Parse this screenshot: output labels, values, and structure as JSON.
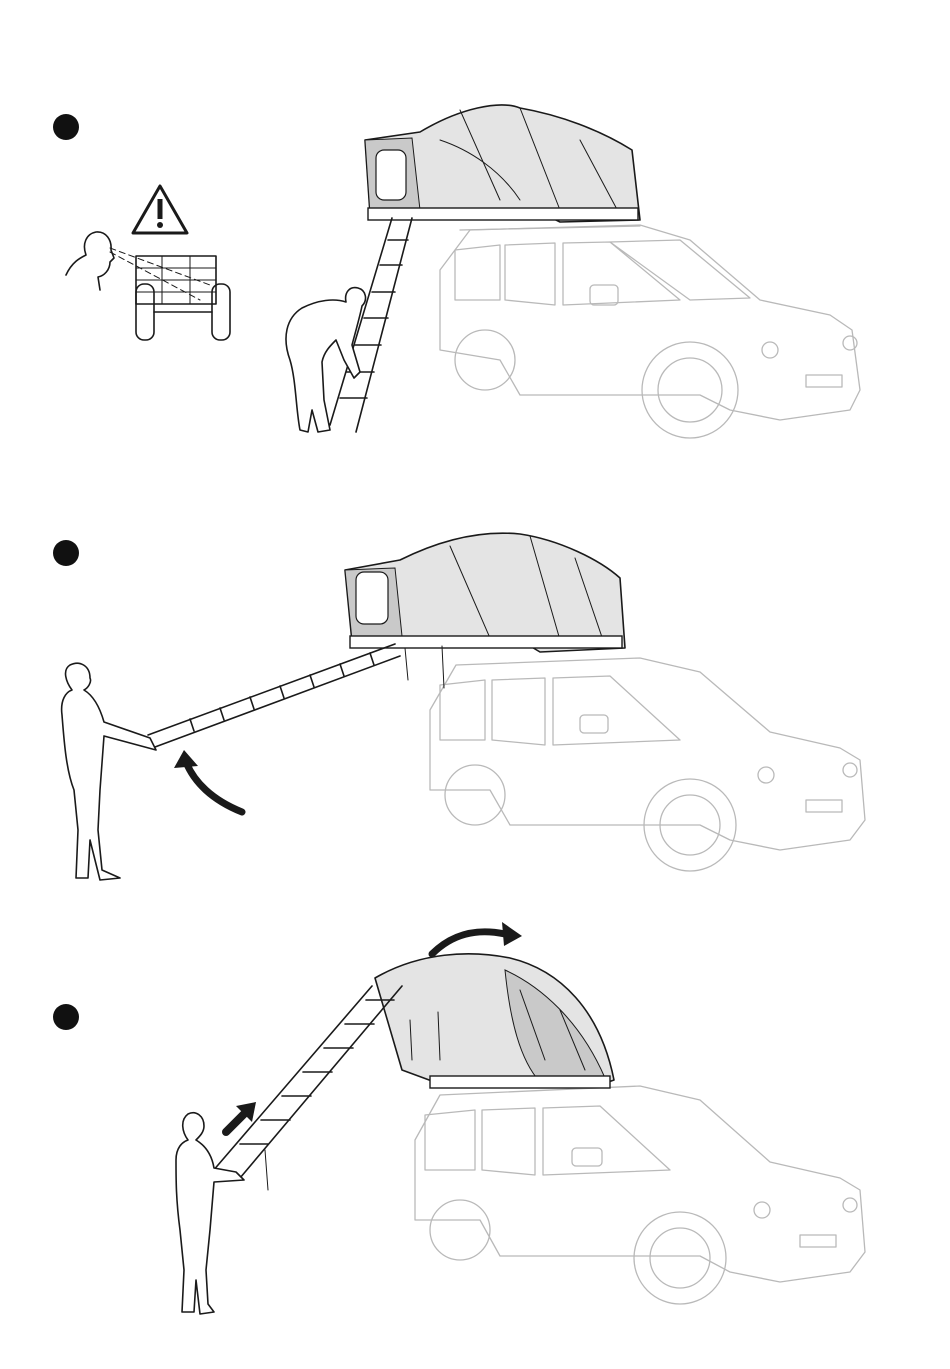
{
  "steps": [
    {
      "id": 1,
      "scene": "unfold-ladder",
      "warning": "warning-triangle-icon"
    },
    {
      "id": 2,
      "scene": "pull-ladder-outward",
      "arrow": "curved-arrow-up-icon"
    },
    {
      "id": 3,
      "scene": "push-ladder-to-open-tent",
      "arrows": [
        "straight-arrow-up-icon",
        "curved-arrow-right-icon"
      ]
    }
  ],
  "colors": {
    "ink": "#1a1a1a",
    "car_outline": "#b9b9b9",
    "tent_fill": "#e4e4e4"
  }
}
